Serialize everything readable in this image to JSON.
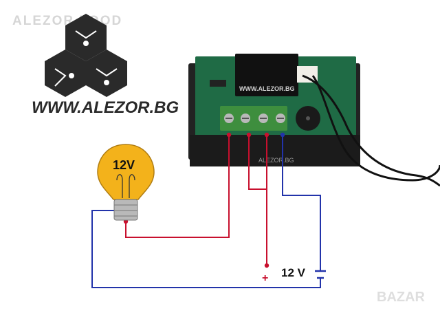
{
  "watermark_top": "ALEZOR FOOD",
  "logo": {
    "site": "WWW.ALEZOR.BG",
    "logo_name": "hexagon-circuit-logo"
  },
  "bulb": {
    "label": "12V"
  },
  "module": {
    "relay_text": "WWW.ALEZOR.BG",
    "front_text": "ALEZOR.BG"
  },
  "power": {
    "plus": "+",
    "voltage": "12 V"
  },
  "watermark_bottom": "BAZAR",
  "colors": {
    "wire_red": "#c8102e",
    "wire_blue": "#2233aa",
    "bulb_yellow": "#f3b21b",
    "terminal_green": "#3e8e3e",
    "pcb_green": "#1f6b45"
  }
}
